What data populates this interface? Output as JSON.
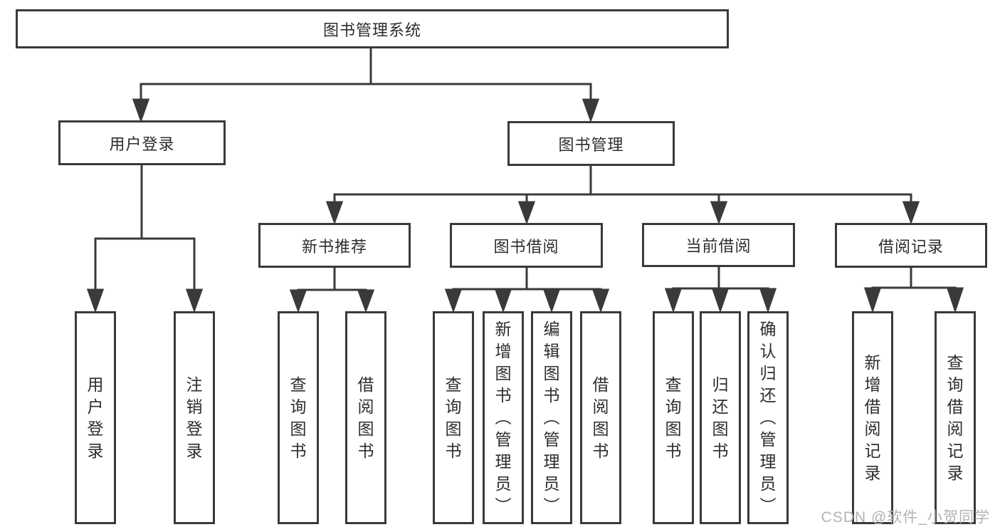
{
  "diagram": {
    "root": {
      "label": "图书管理系统"
    },
    "branches": [
      {
        "label": "用户登录",
        "leaves": [
          "用户登录",
          "注销登录"
        ]
      },
      {
        "label": "图书管理",
        "children": [
          {
            "label": "新书推荐",
            "leaves": [
              "查询图书",
              "借阅图书"
            ]
          },
          {
            "label": "图书借阅",
            "leaves": [
              "查询图书",
              "新增图书（管理员）",
              "编辑图书（管理员）",
              "借阅图书"
            ]
          },
          {
            "label": "当前借阅",
            "leaves": [
              "查询图书",
              "归还图书",
              "确认归还（管理员）"
            ]
          },
          {
            "label": "借阅记录",
            "leaves": [
              "新增借阅记录",
              "查询借阅记录"
            ]
          }
        ]
      }
    ],
    "watermark": "CSDN @软件_小贺同学",
    "colors": {
      "line": "#3a3a3a",
      "text": "#2d2d2d",
      "watermark": "#b3b3b3"
    }
  }
}
